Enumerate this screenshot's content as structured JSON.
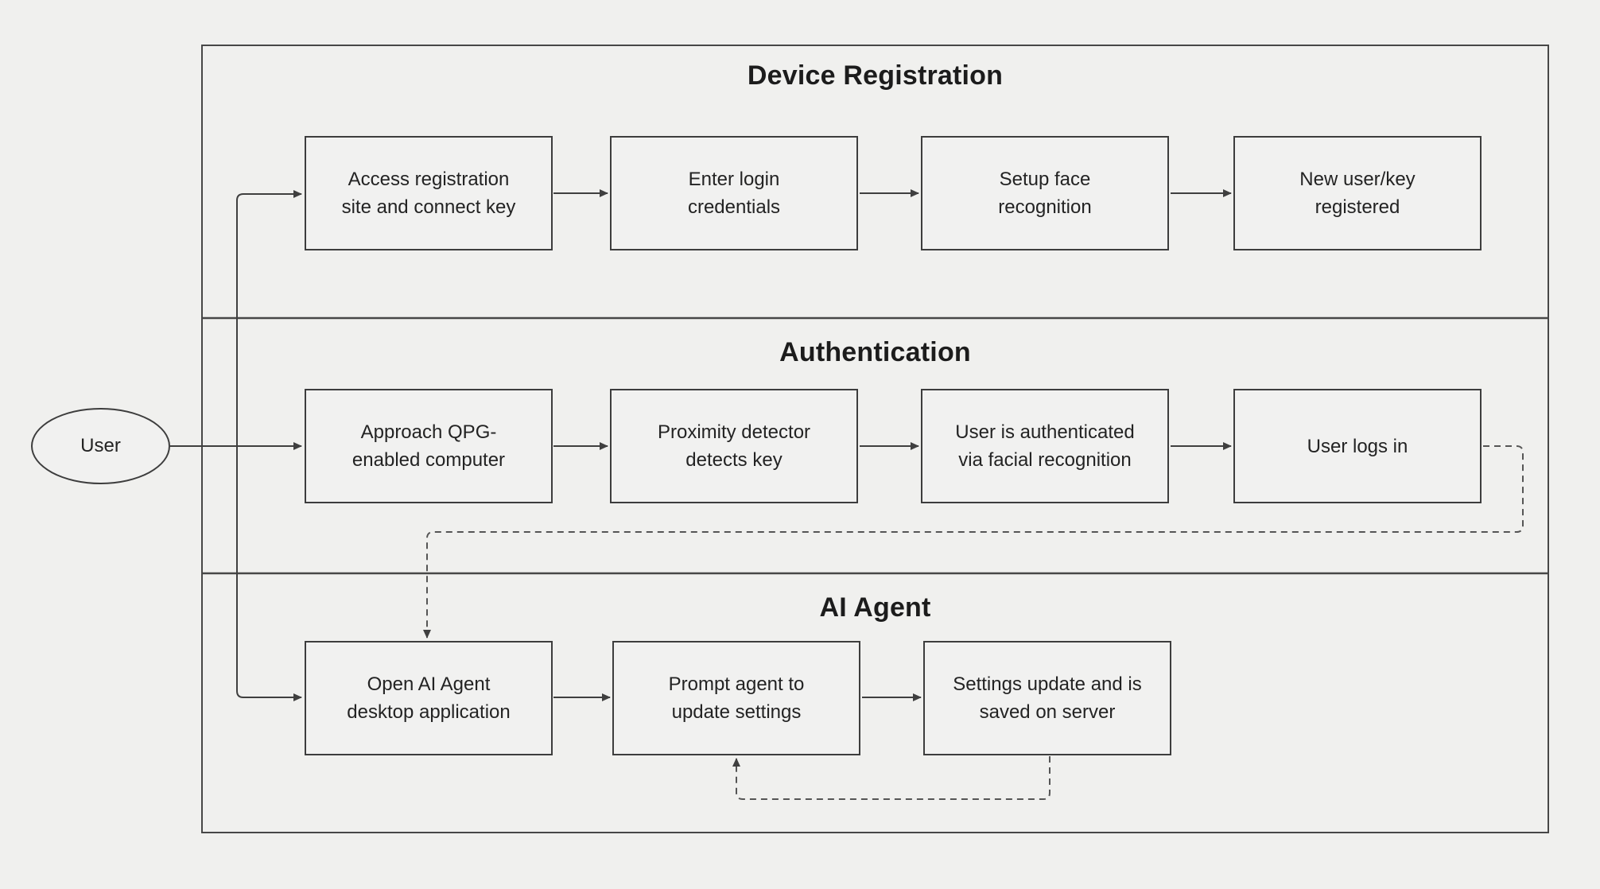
{
  "actor": {
    "id": "user",
    "label": "User"
  },
  "lanes": [
    {
      "title": "Device Registration",
      "nodes": [
        {
          "id": "reg1",
          "label": "Access registration\nsite and connect key"
        },
        {
          "id": "reg2",
          "label": "Enter login\ncredentials"
        },
        {
          "id": "reg3",
          "label": "Setup face\nrecognition"
        },
        {
          "id": "reg4",
          "label": "New user/key\nregistered"
        }
      ]
    },
    {
      "title": "Authentication",
      "nodes": [
        {
          "id": "auth1",
          "label": "Approach QPG-\nenabled computer"
        },
        {
          "id": "auth2",
          "label": "Proximity detector\ndetects key"
        },
        {
          "id": "auth3",
          "label": "User is authenticated\nvia facial recognition"
        },
        {
          "id": "auth4",
          "label": "User logs in"
        }
      ]
    },
    {
      "title": "AI Agent",
      "nodes": [
        {
          "id": "ai1",
          "label": "Open AI Agent\ndesktop application"
        },
        {
          "id": "ai2",
          "label": "Prompt agent to\nupdate settings"
        },
        {
          "id": "ai3",
          "label": "Settings update and is\nsaved on server"
        }
      ]
    }
  ],
  "edges": [
    {
      "from": "user",
      "to": "reg1",
      "style": "solid"
    },
    {
      "from": "user",
      "to": "auth1",
      "style": "solid"
    },
    {
      "from": "user",
      "to": "ai1",
      "style": "solid"
    },
    {
      "from": "reg1",
      "to": "reg2",
      "style": "solid"
    },
    {
      "from": "reg2",
      "to": "reg3",
      "style": "solid"
    },
    {
      "from": "reg3",
      "to": "reg4",
      "style": "solid"
    },
    {
      "from": "auth1",
      "to": "auth2",
      "style": "solid"
    },
    {
      "from": "auth2",
      "to": "auth3",
      "style": "solid"
    },
    {
      "from": "auth3",
      "to": "auth4",
      "style": "solid"
    },
    {
      "from": "auth4",
      "to": "ai1",
      "style": "dashed"
    },
    {
      "from": "ai1",
      "to": "ai2",
      "style": "solid"
    },
    {
      "from": "ai2",
      "to": "ai3",
      "style": "solid"
    },
    {
      "from": "ai3",
      "to": "ai2",
      "style": "dashed"
    }
  ],
  "colors": {
    "bg": "#f0f0ee",
    "node-fill": "#f1f1f0",
    "border": "#3d3d3d",
    "line": "#3f3f3f",
    "dashed": "#555555",
    "text": "#232323",
    "title": "#1c1c1c",
    "lane-border": "#474747"
  }
}
